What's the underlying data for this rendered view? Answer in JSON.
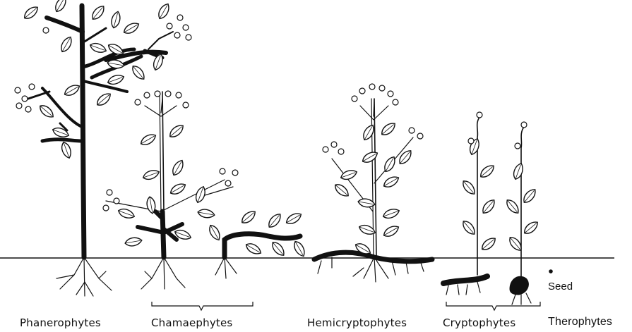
{
  "diagram": {
    "labels": {
      "phanerophytes": "Phanerophytes",
      "chamaephytes": "Chamaephytes",
      "hemicryptophytes": "Hemicryptophytes",
      "cryptophytes": "Cryptophytes",
      "therophytes": "Therophytes"
    },
    "seed_label": "Seed"
  }
}
